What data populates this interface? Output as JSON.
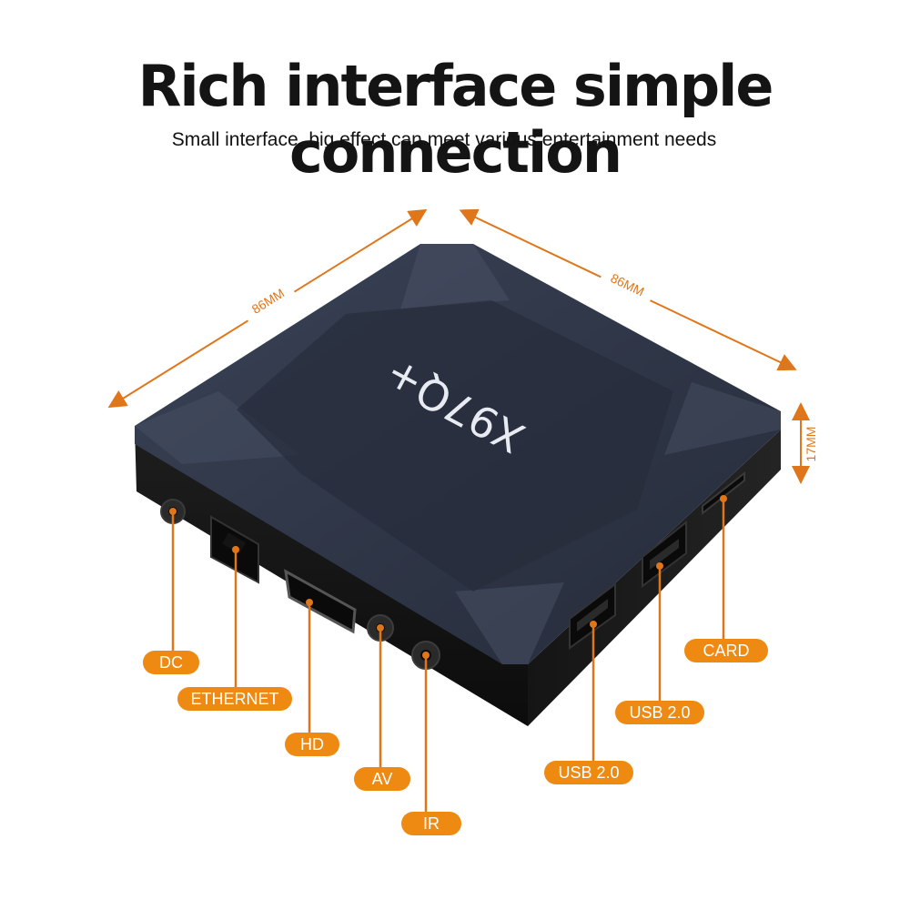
{
  "header": {
    "title": "Rich interface simple connection",
    "subtitle": "Small interface, big effect can meet various entertainment needs"
  },
  "device": {
    "logo_text": "X97Q+",
    "dimensions": {
      "left_edge": "86MM",
      "right_edge": "86MM",
      "height": "17MM"
    }
  },
  "ports": {
    "dc": "DC",
    "ethernet": "ETHERNET",
    "hd": "HD",
    "av": "AV",
    "ir": "IR",
    "usb_right": "USB 2.0",
    "usb_left": "USB 2.0",
    "card": "CARD"
  },
  "colors": {
    "accent": "#ee8a12",
    "device_top": "#2d3446",
    "device_body": "#1a1a1a"
  }
}
